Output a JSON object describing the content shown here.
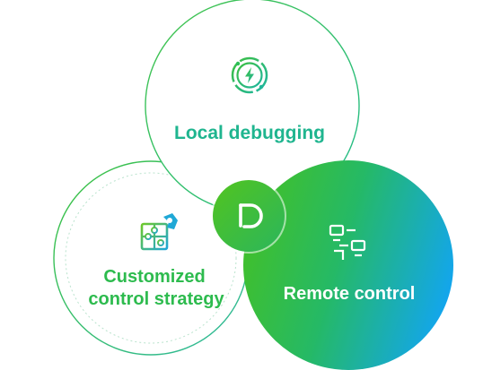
{
  "features": [
    {
      "label": "Local debugging",
      "icon": "lightning-power-icon"
    },
    {
      "label_lines": [
        "Customized",
        "control strategy"
      ],
      "icon": "puzzle-icon"
    },
    {
      "label": "Remote control",
      "icon": "devices-connection-icon"
    }
  ],
  "hub": {
    "icon": "d-letter-logo-icon"
  },
  "colors": {
    "green": "#34c234",
    "teal": "#22bb8a",
    "blue": "#16a7f0",
    "text_green": "#2dbb4e",
    "text_teal": "#1fb58f",
    "white": "#ffffff"
  }
}
